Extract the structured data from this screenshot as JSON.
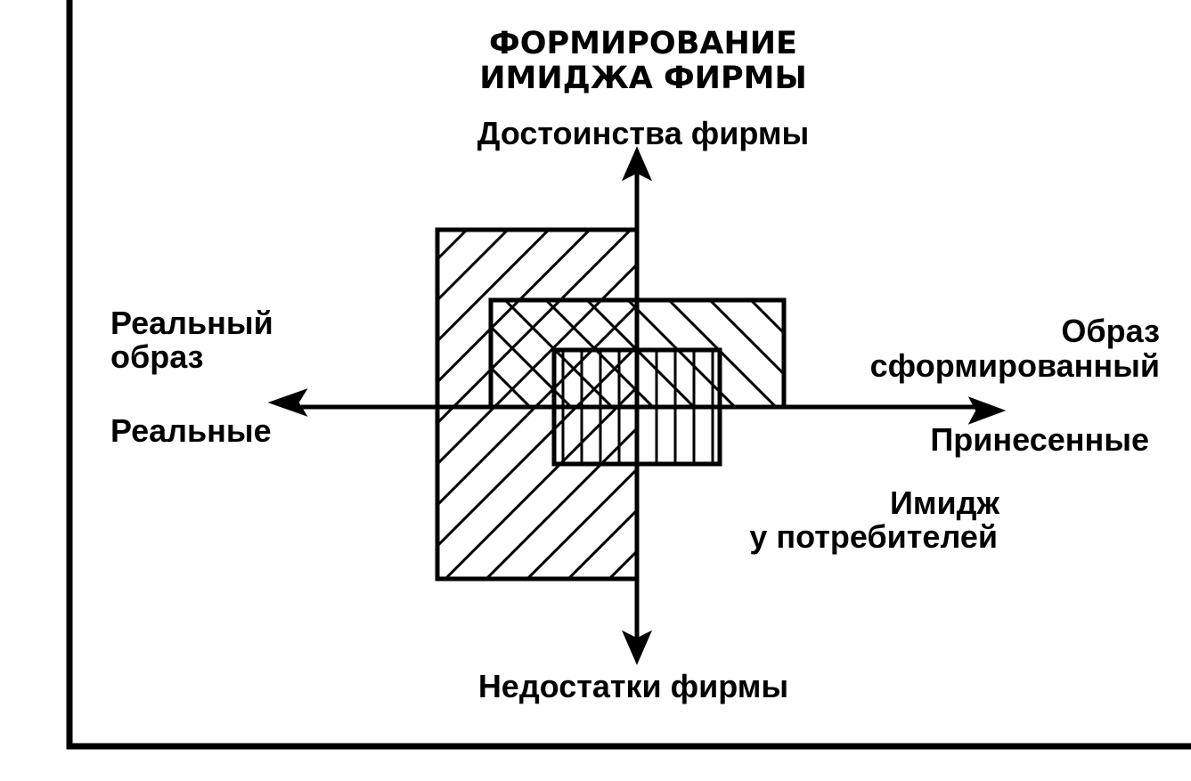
{
  "title": {
    "line1": "ФОРМИРОВАНИЕ",
    "line2": "ИМИДЖА ФИРМЫ"
  },
  "axes": {
    "top": "Достоинства фирмы",
    "bottom": "Недостатки фирмы",
    "left": "Реальные",
    "right": "Принесенные"
  },
  "regions": {
    "real_image": {
      "line1": "Реальный",
      "line2": "образ"
    },
    "formed_image": {
      "line1": "Образ",
      "line2": "сформированный"
    },
    "consumer_image": {
      "line1": "Имидж",
      "line2": "у потребителей"
    }
  },
  "colors": {
    "ink": "#000000",
    "paper": "#ffffff"
  }
}
